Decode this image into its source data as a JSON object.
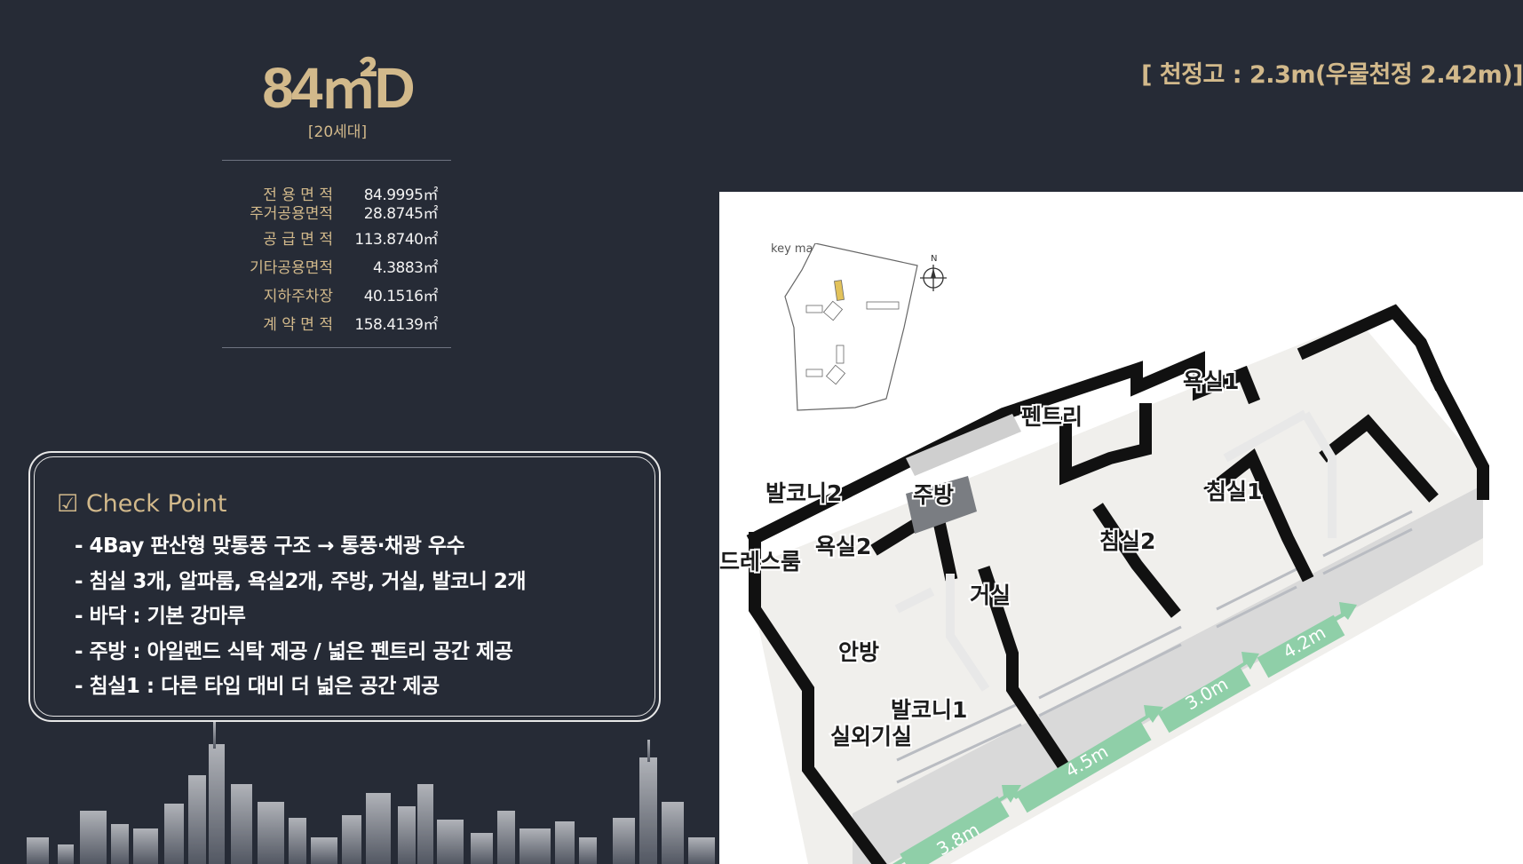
{
  "unit": {
    "size": "84㎡D",
    "households": "[20세대]"
  },
  "areas": [
    {
      "label": "전 용 면 적",
      "value": "84.9995㎡"
    },
    {
      "label": "주거공용면적",
      "value": "28.8745㎡"
    },
    {
      "label": "공 급 면 적",
      "value": "113.8740㎡"
    },
    {
      "label": "기타공용면적",
      "value": "4.3883㎡"
    },
    {
      "label": "지하주차장",
      "value": "40.1516㎡"
    },
    {
      "label": "계 약 면 적",
      "value": "158.4139㎡"
    }
  ],
  "ceiling_note": "[ 천정고 : 2.3m(우물천정 2.42m)]",
  "check_point": {
    "title": "Check Point",
    "items": [
      "- 4Bay 판산형 맞통풍 구조 → 통풍·채광 우수",
      "- 침실 3개, 알파룸, 욕실2개, 주방, 거실, 발코니 2개",
      "- 바닥 : 기본 강마루",
      "- 주방 : 아일랜드 식탁 제공 / 넓은 펜트리 공간 제공",
      "- 침실1 : 다른 타입 대비 더 넓은 공간 제공"
    ]
  },
  "keymap": {
    "label": "key map",
    "north": "N"
  },
  "rooms": {
    "bath1": "욕실1",
    "pantry": "펜트리",
    "balcony2": "발코니2",
    "kitchen": "주방",
    "bedroom1": "침실1",
    "bath2": "욕실2",
    "dressroom": "드레스룸",
    "bedroom2": "침실2",
    "living": "거실",
    "masterroom": "안방",
    "balcony1": "발코니1",
    "outdoor_unit": "실외기실"
  },
  "dimensions": [
    "3.8m",
    "4.5m",
    "3.0m",
    "4.2m"
  ],
  "colors": {
    "background": "#262b36",
    "accent_gold": "#d2b98b",
    "dimension_arrow": "#8fcfa8"
  }
}
